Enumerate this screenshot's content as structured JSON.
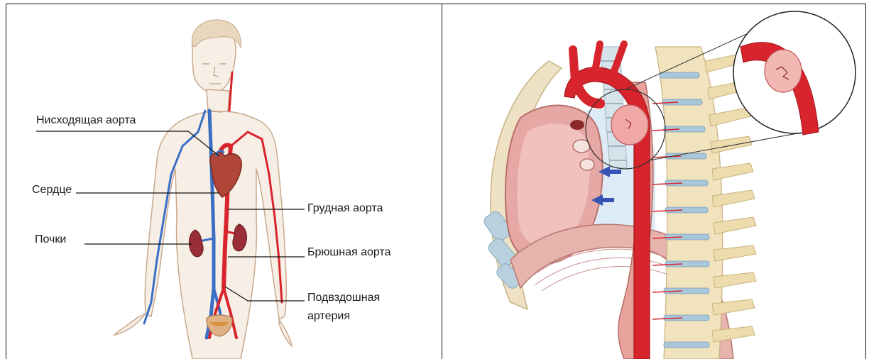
{
  "left_panel": {
    "labels": {
      "descending_aorta": "Нисходящая аорта",
      "heart": "Сердце",
      "thoracic_aorta": "Грудная аорта",
      "kidneys": "Почки",
      "abdominal_aorta": "Брюшная аорта",
      "iliac_artery_line1": "Подвздошная",
      "iliac_artery_line2": "артерия"
    }
  },
  "colors": {
    "artery": "#d8242c",
    "vein": "#3a6fc4",
    "skin_outline": "#c9a98c",
    "spine": "#eadfb8",
    "disc": "#9fc3d9",
    "arrow": "#3553b5"
  }
}
